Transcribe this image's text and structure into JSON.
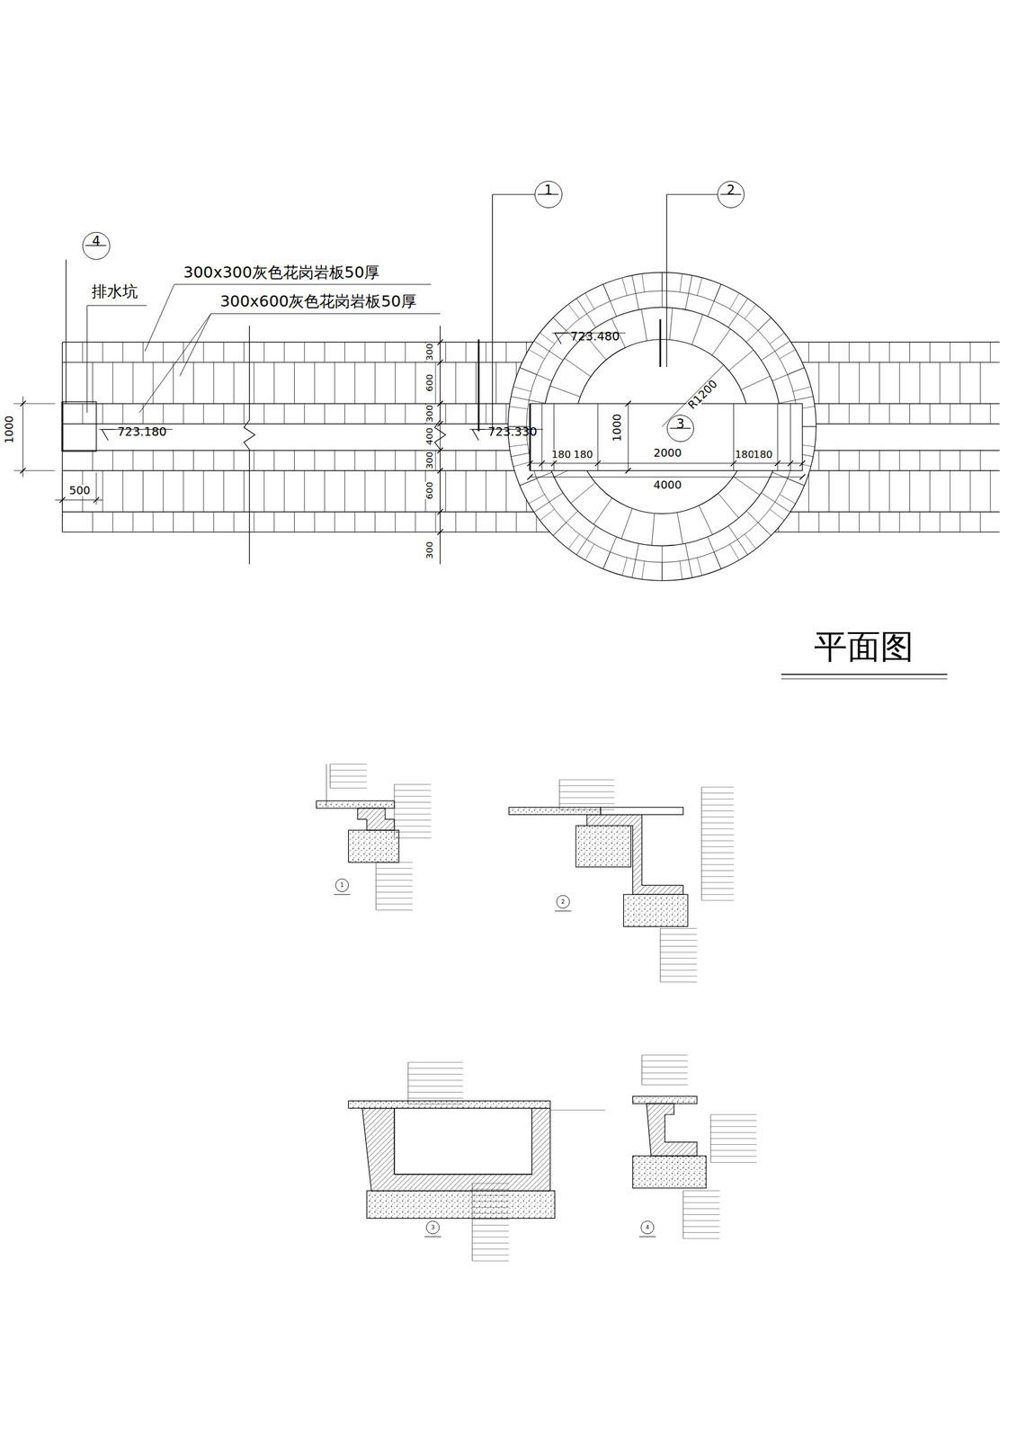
{
  "diagram": {
    "title": "平面图",
    "nodes": [
      {
        "text": [
          "4"
        ]
      },
      {
        "text": [
          "1"
        ]
      },
      {
        "text": [
          "2"
        ]
      },
      {
        "text": [
          "3"
        ]
      }
    ],
    "labels": [
      "排水坑",
      "300x300灰色花岗岩板50厚",
      "300x600灰色花岗岩板50厚",
      "723.480",
      "723.180",
      "723.330",
      "300",
      "600",
      "300",
      "400",
      "300",
      "600",
      "300",
      "1000",
      "500",
      "180",
      "180",
      "2000",
      "180",
      "180",
      "4000",
      "1000",
      "R1200",
      "1",
      "2",
      "3",
      "4"
    ]
  }
}
